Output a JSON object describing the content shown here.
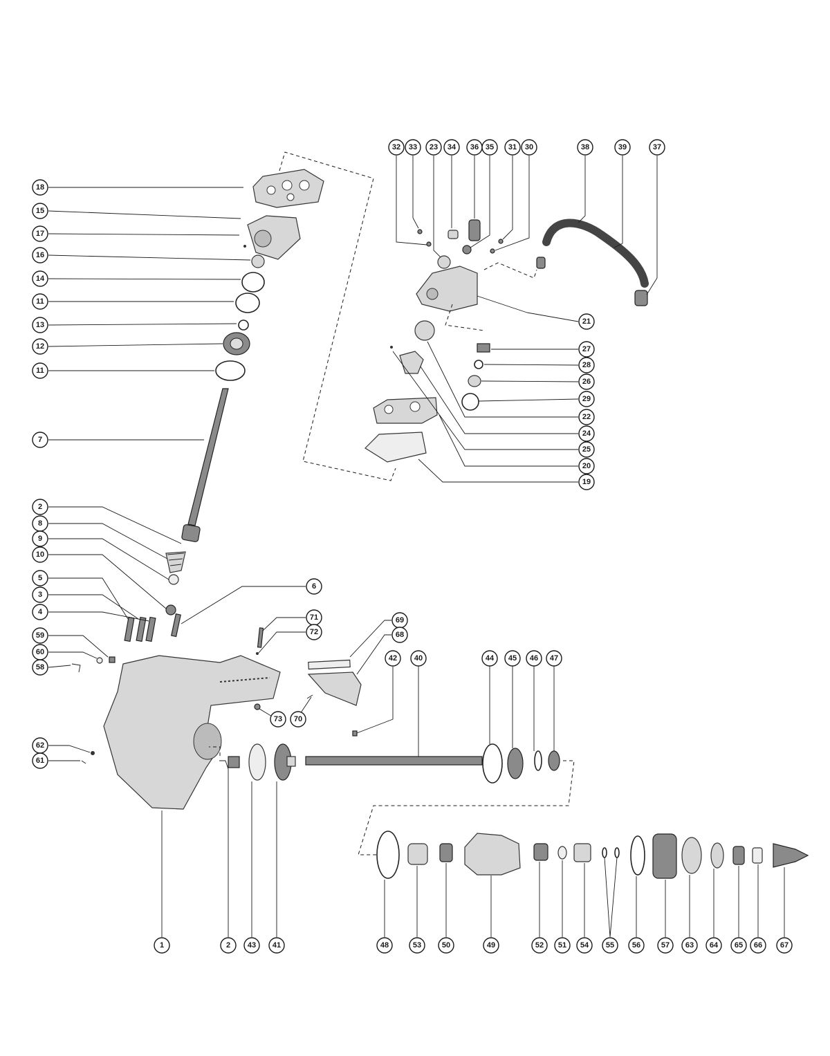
{
  "diagram": {
    "callouts": [
      {
        "id": "c18",
        "label": "18"
      },
      {
        "id": "c15",
        "label": "15"
      },
      {
        "id": "c17",
        "label": "17"
      },
      {
        "id": "c16",
        "label": "16"
      },
      {
        "id": "c14",
        "label": "14"
      },
      {
        "id": "c11a",
        "label": "11"
      },
      {
        "id": "c13",
        "label": "13"
      },
      {
        "id": "c12",
        "label": "12"
      },
      {
        "id": "c11b",
        "label": "11"
      },
      {
        "id": "c7",
        "label": "7"
      },
      {
        "id": "c2a",
        "label": "2"
      },
      {
        "id": "c8",
        "label": "8"
      },
      {
        "id": "c9",
        "label": "9"
      },
      {
        "id": "c10",
        "label": "10"
      },
      {
        "id": "c5",
        "label": "5"
      },
      {
        "id": "c3",
        "label": "3"
      },
      {
        "id": "c4",
        "label": "4"
      },
      {
        "id": "c59",
        "label": "59"
      },
      {
        "id": "c60",
        "label": "60"
      },
      {
        "id": "c58",
        "label": "58"
      },
      {
        "id": "c62",
        "label": "62"
      },
      {
        "id": "c61",
        "label": "61"
      },
      {
        "id": "c6",
        "label": "6"
      },
      {
        "id": "c71",
        "label": "71"
      },
      {
        "id": "c72",
        "label": "72"
      },
      {
        "id": "c73",
        "label": "73"
      },
      {
        "id": "c70",
        "label": "70"
      },
      {
        "id": "c69",
        "label": "69"
      },
      {
        "id": "c68",
        "label": "68"
      },
      {
        "id": "c42",
        "label": "42"
      },
      {
        "id": "c40",
        "label": "40"
      },
      {
        "id": "c44",
        "label": "44"
      },
      {
        "id": "c45",
        "label": "45"
      },
      {
        "id": "c46",
        "label": "46"
      },
      {
        "id": "c47",
        "label": "47"
      },
      {
        "id": "c32",
        "label": "32"
      },
      {
        "id": "c33",
        "label": "33"
      },
      {
        "id": "c23",
        "label": "23"
      },
      {
        "id": "c34",
        "label": "34"
      },
      {
        "id": "c36",
        "label": "36"
      },
      {
        "id": "c35",
        "label": "35"
      },
      {
        "id": "c31",
        "label": "31"
      },
      {
        "id": "c30",
        "label": "30"
      },
      {
        "id": "c38",
        "label": "38"
      },
      {
        "id": "c39",
        "label": "39"
      },
      {
        "id": "c37",
        "label": "37"
      },
      {
        "id": "c21",
        "label": "21"
      },
      {
        "id": "c27",
        "label": "27"
      },
      {
        "id": "c28",
        "label": "28"
      },
      {
        "id": "c26",
        "label": "26"
      },
      {
        "id": "c29",
        "label": "29"
      },
      {
        "id": "c22",
        "label": "22"
      },
      {
        "id": "c24",
        "label": "24"
      },
      {
        "id": "c25",
        "label": "25"
      },
      {
        "id": "c20",
        "label": "20"
      },
      {
        "id": "c19",
        "label": "19"
      },
      {
        "id": "c1",
        "label": "1"
      },
      {
        "id": "c2b",
        "label": "2"
      },
      {
        "id": "c43",
        "label": "43"
      },
      {
        "id": "c41",
        "label": "41"
      },
      {
        "id": "c48",
        "label": "48"
      },
      {
        "id": "c53",
        "label": "53"
      },
      {
        "id": "c50",
        "label": "50"
      },
      {
        "id": "c49",
        "label": "49"
      },
      {
        "id": "c52",
        "label": "52"
      },
      {
        "id": "c51",
        "label": "51"
      },
      {
        "id": "c54",
        "label": "54"
      },
      {
        "id": "c55",
        "label": "55"
      },
      {
        "id": "c56",
        "label": "56"
      },
      {
        "id": "c57",
        "label": "57"
      },
      {
        "id": "c63",
        "label": "63"
      },
      {
        "id": "c64",
        "label": "64"
      },
      {
        "id": "c65",
        "label": "65"
      },
      {
        "id": "c66",
        "label": "66"
      },
      {
        "id": "c67",
        "label": "67"
      }
    ]
  }
}
